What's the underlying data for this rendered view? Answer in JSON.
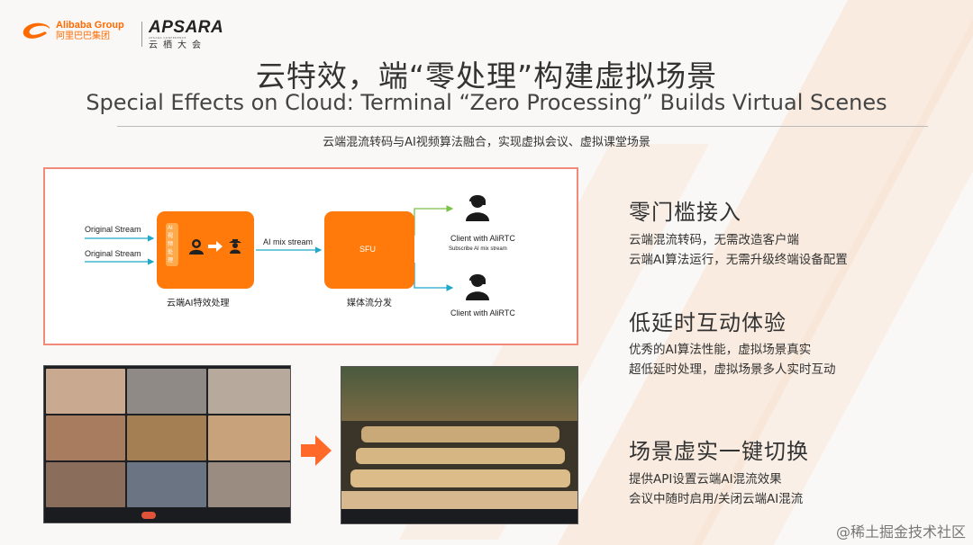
{
  "brand": {
    "alibaba_en": "Alibaba Group",
    "alibaba_cn": "阿里巴巴集团",
    "apsara_en": "APSARA",
    "apsara_sub": "APSARA CONFERENCE",
    "apsara_cn": "云栖大会",
    "accent": "#ff6a00"
  },
  "title": {
    "cn": "云特效，端“零处理”构建虚拟场景",
    "en": "Special Effects on Cloud: Terminal “Zero Processing” Builds Virtual Scenes",
    "sub": "云端混流转码与AI视频算法融合，实现虚拟会议、虚拟课堂场景"
  },
  "diagram": {
    "stream1": "Original Stream",
    "stream2": "Original Stream",
    "mini_label": "AI 视频处理",
    "ai_box_caption": "云端AI特效处理",
    "mix_label": "AI mix stream",
    "sfu_label": "SFU",
    "sfu_caption": "媒体流分发",
    "client1": "Client with AliRTC",
    "subscribe": "Subscribe AI mix stream",
    "client2": "Client with AliRTC",
    "arrow_orange": "#ff7a0a",
    "arrow_blue": "#1fa8c8",
    "arrow_green": "#7ac14a"
  },
  "features": [
    {
      "heading": "零门槛接入",
      "lines": [
        "云端混流转码，无需改造客户端",
        "云端AI算法运行，无需升级终端设备配置"
      ]
    },
    {
      "heading": "低延时互动体验",
      "lines": [
        "优秀的AI算法性能，虚拟场景真实",
        "超低延时处理，虚拟场景多人实时互动"
      ]
    },
    {
      "heading": "场景虚实一键切换",
      "lines": [
        "提供API设置云端AI混流效果",
        "会议中随时启用/关闭云端AI混流"
      ]
    }
  ],
  "watermark": "@稀土掘金技术社区"
}
